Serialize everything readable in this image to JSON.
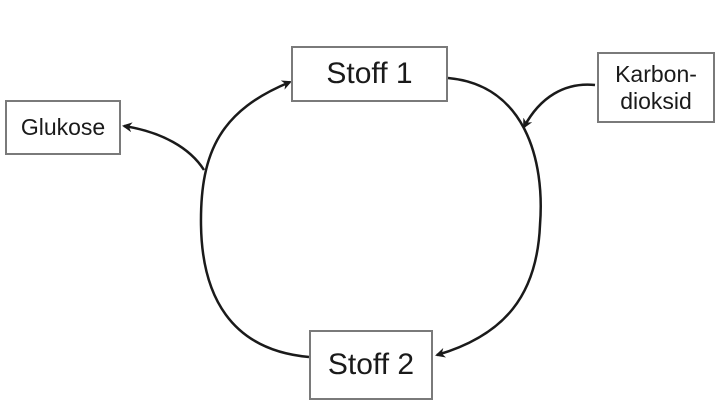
{
  "diagram": {
    "nodes": {
      "stoff1": "Stoff 1",
      "stoff2": "Stoff 2",
      "glukose": "Glukose",
      "karbondioksid_line1": "Karbon-",
      "karbondioksid_line2": "dioksid"
    },
    "edges": [
      {
        "from": "Stoff 1",
        "to": "Stoff 2"
      },
      {
        "from": "Stoff 2",
        "to": "Stoff 1"
      },
      {
        "from": "Karbondioksid",
        "to": "cycle"
      },
      {
        "from": "cycle",
        "to": "Glukose"
      }
    ],
    "colors": {
      "line": "#1a1a1a",
      "box_border": "#7a7a7a",
      "text": "#1a1a1a"
    }
  }
}
